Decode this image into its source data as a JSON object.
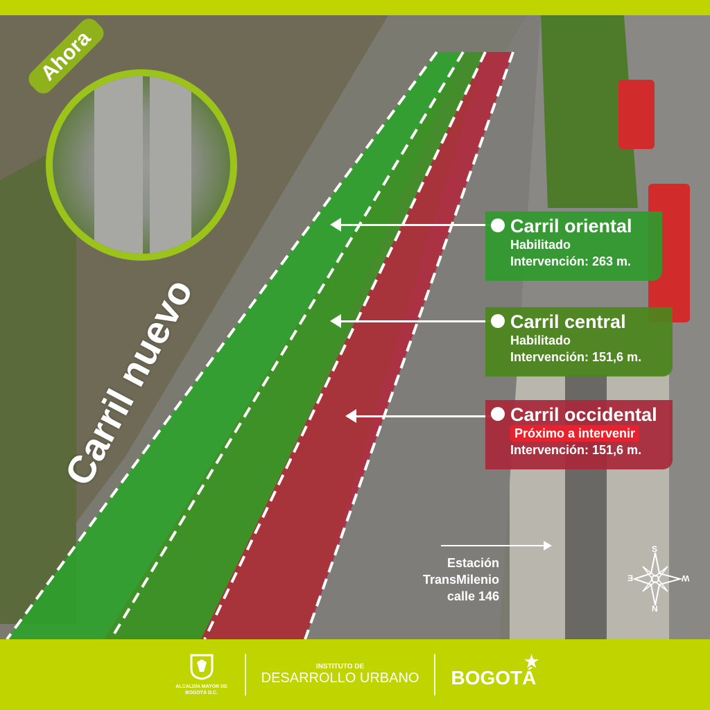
{
  "badge": "Ahora",
  "lane_title": "Carril nuevo",
  "lanes": [
    {
      "title": "Carril oriental",
      "status": "Habilitado",
      "intervention": "Intervención: 263 m.",
      "color": "#2f9a2c"
    },
    {
      "title": "Carril central",
      "status": "Habilitado",
      "intervention": "Intervención: 151,6 m.",
      "color": "#4f8a1c"
    },
    {
      "title": "Carril occidental",
      "status": "Próximo a intervenir",
      "intervention": "Intervención: 151,6 m.",
      "color": "#a8283a"
    }
  ],
  "station": {
    "line1": "Estación",
    "line2": "TransMilenio",
    "line3": "calle 146"
  },
  "compass": {
    "n": "N",
    "s": "S",
    "e": "E",
    "w": "W"
  },
  "footer": {
    "alcaldia": "ALCALDÍA MAYOR DE BOGOTÁ D.C.",
    "idu_small": "INSTITUTO DE",
    "idu_big": "DESARROLLO URBANO",
    "bogota": "BOGOTÁ"
  },
  "colors": {
    "lime": "#c0d400",
    "green": "#2f9a2c",
    "red": "#a8283a"
  }
}
